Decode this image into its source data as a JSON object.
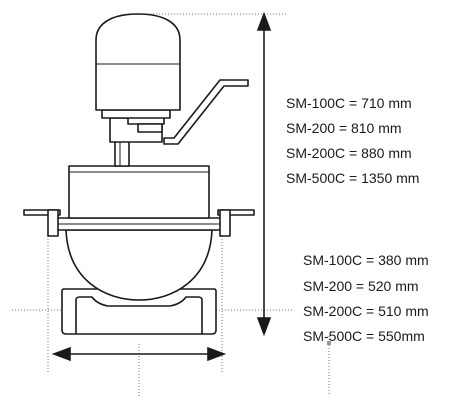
{
  "height_specs": [
    {
      "model": "SM-100C",
      "text": "SM-100C = 710 mm"
    },
    {
      "model": "SM-200",
      "text": "SM-200 = 810 mm"
    },
    {
      "model": "SM-200C",
      "text": "SM-200C = 880 mm"
    },
    {
      "model": "SM-500C",
      "text": "SM-500C = 1350 mm"
    }
  ],
  "width_specs": [
    {
      "model": "SM-100C",
      "text": "SM-100C = 380 mm"
    },
    {
      "model": "SM-200",
      "text": "SM-200 = 520 mm"
    },
    {
      "model": "SM-200C",
      "text": "SM-200C = 510 mm"
    },
    {
      "model": "SM-500C",
      "text": "SM-500C = 550mm"
    }
  ],
  "colors": {
    "line": "#1a1a1a",
    "dotted": "#777777",
    "marker": "#999999"
  }
}
